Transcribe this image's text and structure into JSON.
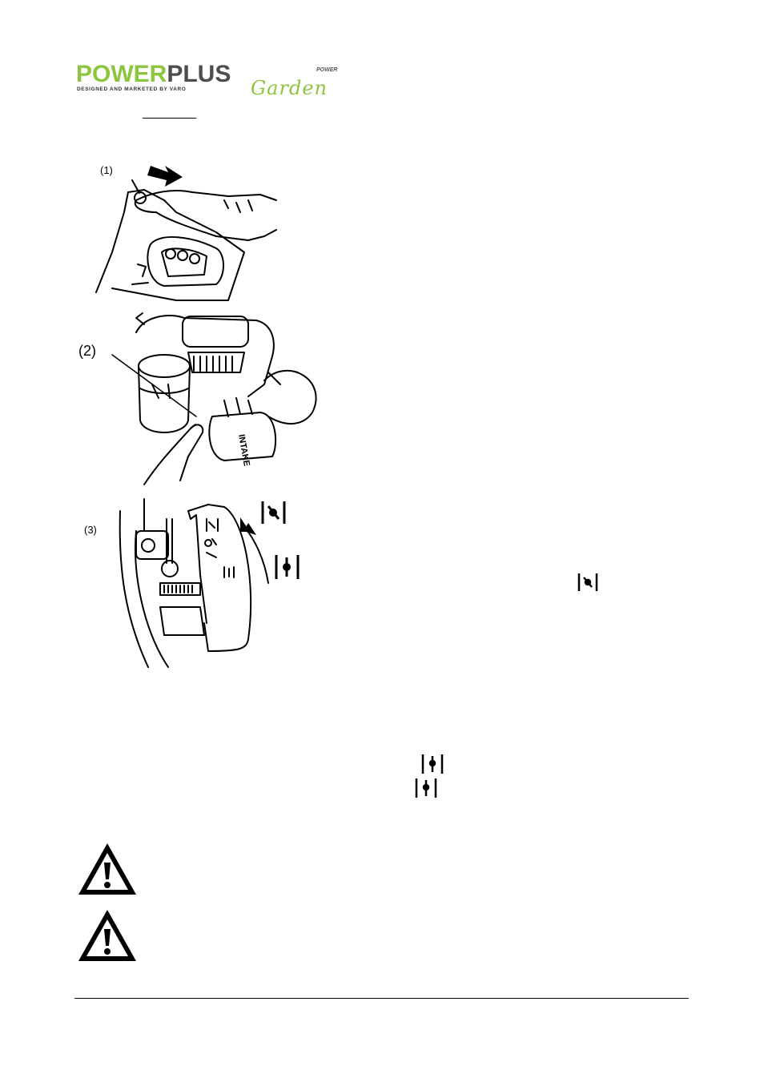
{
  "logo": {
    "brand_left": "POWER",
    "brand_right": "PLUS",
    "tagline": "DESIGNED AND MARKETED BY VARO",
    "sub": "Garden",
    "mini_mark": "POWER"
  },
  "figures": {
    "callout_1": "(1)",
    "callout_2": "(2)",
    "callout_3": "(3)",
    "intake_label": "INTAKE"
  },
  "icons": {
    "choke_closed": "choke-closed-icon",
    "choke_open": "choke-open-icon",
    "warning": "warning-triangle-icon"
  }
}
